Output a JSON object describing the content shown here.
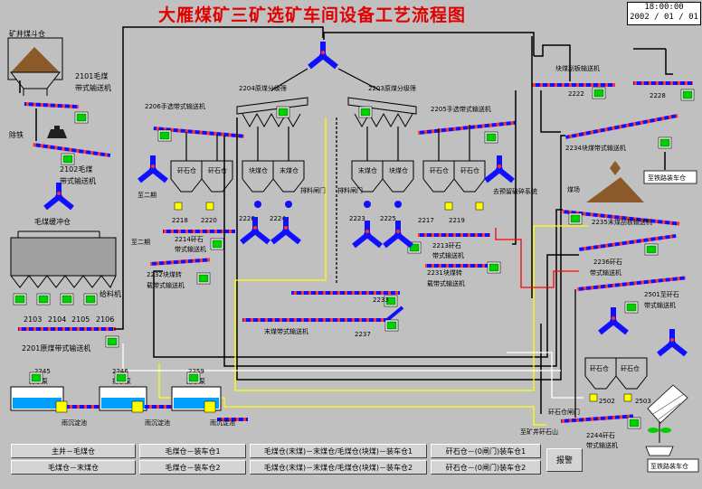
{
  "header": {
    "title": "大雁煤矿三矿选矿车间设备工艺流程图",
    "time": "18:00:00",
    "date": "2002 / 01 / 01"
  },
  "labels": {
    "mine_bin": "矿井煤斗仓",
    "c2101": "2101毛煤",
    "c2101b": "带式输送机",
    "manual_iron": "除铁",
    "c2102": "2102毛煤",
    "c2102b": "带式输送机",
    "raw_buffer": "毛煤缓冲仓",
    "feeder": "给料机",
    "f2103": "2103",
    "f2104": "2104",
    "f2105": "2105",
    "f2106": "2106",
    "c2201": "2201原煤带式输送机",
    "screen2204": "2204原煤分级筛",
    "screen2203": "2203原煤分级筛",
    "c2206": "2206手选带式输送机",
    "c2205": "2205手选带式输送机",
    "rock_bin_a": "矸石仓",
    "rock_bin_b": "矸石仓",
    "lump_bin_a": "块煤仓",
    "lump_bin_b": "末煤仓",
    "fine_bin_a": "末煤仓",
    "fine_bin_b": "块煤仓",
    "rock_bin_c": "矸石仓",
    "rock_bin_d": "矸石仓",
    "vert_a": "至二期",
    "vert_b": "至二期",
    "discharge_gate_a": "排料闸门",
    "discharge_gate_b": "排料闸门",
    "vert_c": "去预留破碎系统",
    "g2218": "2218",
    "g2220": "2220",
    "g2226": "2226",
    "g2224": "2224",
    "g2223": "2223",
    "g2225": "2225",
    "g2217": "2217",
    "g2219": "2219",
    "c2214": "2214矸石",
    "c2214b": "带式输送机",
    "c2213": "2213矸石",
    "c2213b": "带式输送机",
    "c2232": "2232块煤转",
    "c2232b": "载带式输送机",
    "c2231": "2231块煤转",
    "c2231b": "载带式输送机",
    "c2233": "2233",
    "c2237": "2237",
    "fine_conv": "末煤带式输送机",
    "lump_conv": "块煤刮板输送机",
    "c2222": "2222",
    "c2228": "2228",
    "c2234": "2234块煤带式输送机",
    "to_railway_1": "至铁路装车仓",
    "coal_yard": "煤场",
    "c2235": "2235末煤刮板输送机",
    "c2236": "2236矸石",
    "c2236b": "带式输送机",
    "c2501": "2501至矸石",
    "c2501b": "带式输送机",
    "rock_bin_e": "矸石仓",
    "rock_bin_f": "矸石仓",
    "g2502": "2502",
    "g2503": "2503",
    "rock_gate": "矸石仓闸门",
    "c2244": "2244矸石",
    "c2244b": "带式输送机",
    "to_rock_hill": "至矿井矸石山",
    "to_railway_2": "至铁路装车仓",
    "p2245": "2245",
    "p2245b": "排水泵",
    "p2246": "2246",
    "p2246b": "排水泵",
    "p2259": "2259",
    "p2259b": "排水泵",
    "sump1": "雨沉淀池",
    "sump2": "雨沉淀池",
    "sump3": "雨沉淀池"
  },
  "buttons": {
    "b1": "主井－毛煤仓",
    "b2": "毛煤仓－末煤仓",
    "b3": "毛煤仓－装车仓1",
    "b4": "毛煤仓－装车仓2",
    "b5": "毛煤仓(末煤)－末煤仓/毛煤仓(块煤)－装车仓1",
    "b6": "毛煤仓(末煤)－末煤仓/毛煤仓(块煤)－装车仓2",
    "b7": "矸石仓－(0闸门)装车仓1",
    "b8": "矸石仓－(0闸门)装车仓2",
    "alarm": "报警"
  },
  "colors": {
    "background": "#c0c0c0",
    "title": "#e00000",
    "conveyor": "#1010ff",
    "conveyor_stripe": "#ff3030",
    "motor_running": "#00d000",
    "valve": "#ffff00",
    "flow_line": "#000000",
    "yellow_line": "#ffff00",
    "red_line": "#ff0000",
    "white_line": "#ffffff",
    "bin_gray": "#a0a0a0",
    "water": "#00a0ff",
    "coal_pile": "#8a5a2a"
  }
}
